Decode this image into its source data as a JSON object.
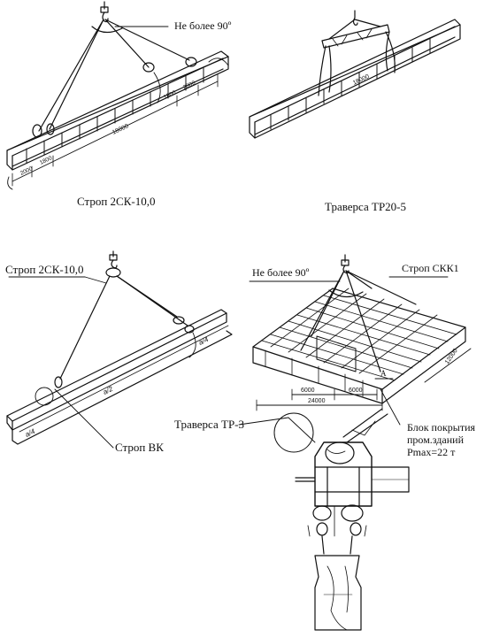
{
  "figure1": {
    "angle_label": "Не более 90º",
    "caption": "Строп 2СК-10,0",
    "dims": {
      "d1": "2000",
      "d2": "1800",
      "main": "18000",
      "d3": "1800",
      "d4": "2000"
    }
  },
  "figure2": {
    "caption": "Траверса ТР20-5",
    "dims": {
      "main": "18000"
    }
  },
  "figure3": {
    "sling_top_label": "Строп 2СК-10,0",
    "sling_bottom_label": "Строп ВК",
    "marks": {
      "m1": "a/4",
      "m2": "a/2",
      "m3": "a/4"
    }
  },
  "figure4": {
    "angle_label": "Не более 90º",
    "sling_label": "Строп СКК1",
    "dims": {
      "d1": "6000",
      "d2": "6000",
      "total": "24000",
      "side": "12000"
    },
    "point_label": "А",
    "block_label_1": "Блок покрытия",
    "block_label_2": "пром.зданий",
    "block_label_3": "Pmax=22 т"
  },
  "detail": {
    "traverse_label": "Траверса ТР-3"
  }
}
